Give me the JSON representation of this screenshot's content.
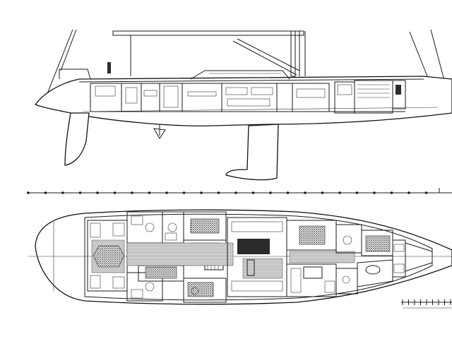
{
  "drawing": {
    "views": [
      "profile",
      "accommodation-plan"
    ],
    "ruler_marks": 24,
    "scale_bar_divisions": 8,
    "colors": {
      "line": "#1a1a1a",
      "fill": "#ffffff",
      "dark": "#2b2b2b"
    }
  }
}
